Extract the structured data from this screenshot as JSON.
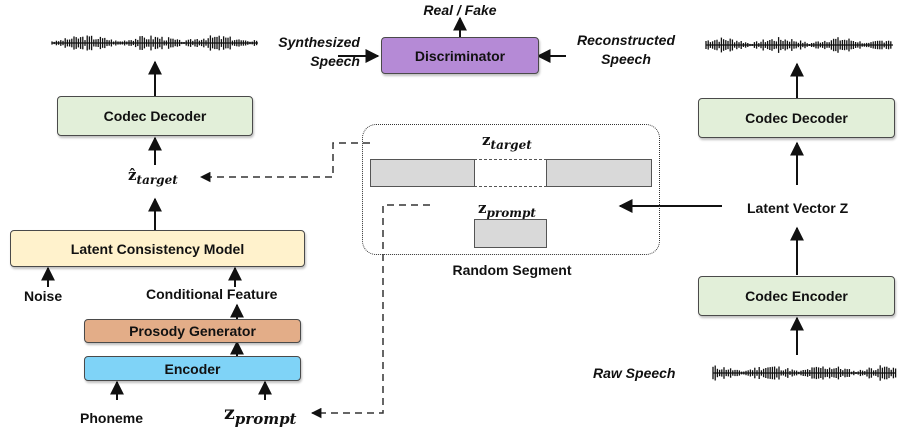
{
  "top": {
    "output_label": "Real / Fake",
    "discriminator": "Discriminator",
    "synthesized_speech": "Synthesized\nSpeech",
    "reconstructed_speech": "Reconstructed\nSpeech"
  },
  "left": {
    "codec_decoder": "Codec Decoder",
    "z_hat": "ẑ",
    "z_hat_sub": "target",
    "lcm": "Latent Consistency Model",
    "noise": "Noise",
    "conditional_feature": "Conditional Feature",
    "prosody_generator": "Prosody Generator",
    "encoder": "Encoder",
    "phoneme": "Phoneme",
    "z_prompt": "z",
    "z_prompt_sub": "prompt"
  },
  "middle": {
    "z_target": "z",
    "z_target_sub": "target",
    "z_prompt": "z",
    "z_prompt_sub": "prompt",
    "random_segment": "Random Segment"
  },
  "right": {
    "codec_decoder": "Codec Decoder",
    "latent_vector": "Latent Vector Z",
    "codec_encoder": "Codec Encoder",
    "raw_speech": "Raw Speech"
  },
  "colors": {
    "decoder_green": "#e2efd9",
    "lcm_yellow": "#fff2cc",
    "prosody_orange": "#e3ad88",
    "encoder_blue": "#7fd3f7",
    "discriminator_purple": "#b58ad6"
  }
}
